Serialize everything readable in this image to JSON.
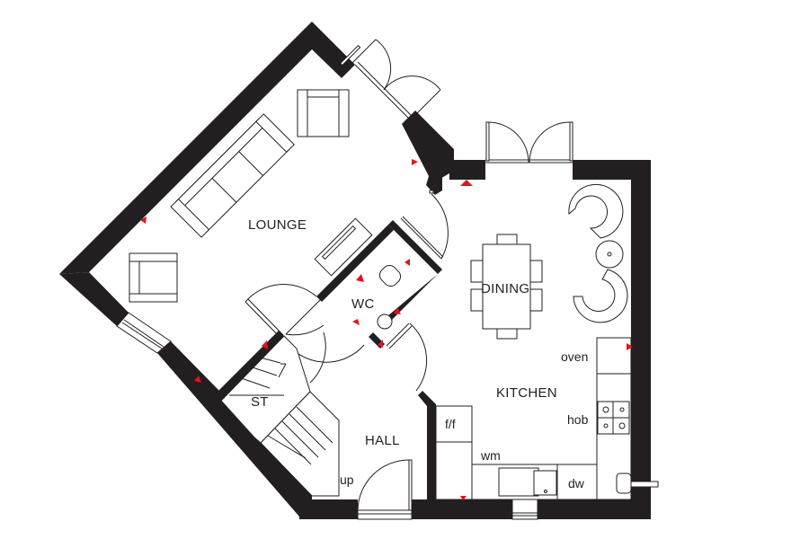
{
  "plan": {
    "colors": {
      "wall": "#231f20",
      "marker": "#e1141b",
      "background": "#ffffff"
    },
    "rooms": [
      {
        "id": "lounge",
        "label": "LOUNGE"
      },
      {
        "id": "dining",
        "label": "DINING"
      },
      {
        "id": "wc",
        "label": "WC"
      },
      {
        "id": "kitchen",
        "label": "KITCHEN"
      },
      {
        "id": "hall",
        "label": "HALL"
      },
      {
        "id": "store",
        "label": "ST"
      }
    ],
    "fixtures": [
      {
        "id": "oven",
        "label": "oven"
      },
      {
        "id": "hob",
        "label": "hob"
      },
      {
        "id": "fridge-freezer",
        "label": "f/f"
      },
      {
        "id": "washing-machine",
        "label": "wm"
      },
      {
        "id": "dishwasher",
        "label": "dw"
      },
      {
        "id": "stairs-up",
        "label": "up"
      }
    ]
  }
}
